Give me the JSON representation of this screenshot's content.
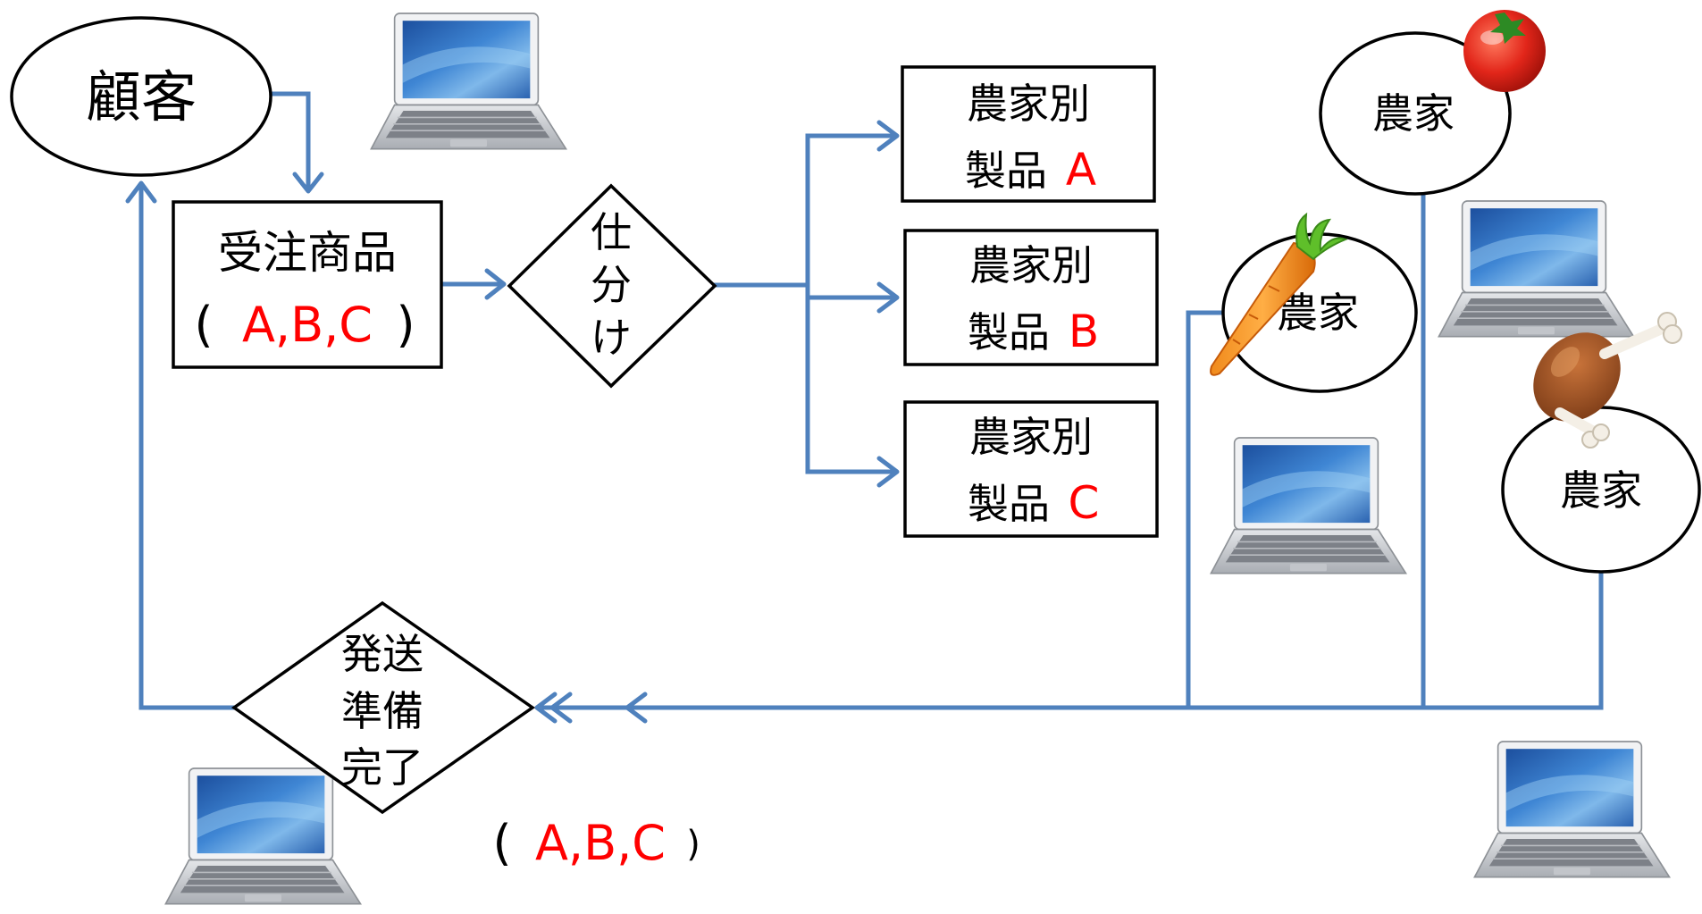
{
  "nodes": {
    "customer": "顧客",
    "order": {
      "line1": "受注商品",
      "open": "(",
      "items": "A,B,C",
      "close": ")"
    },
    "sort": [
      "仕",
      "分",
      "け"
    ],
    "product_a": {
      "line1": "農家別",
      "line2": "製品",
      "letter": "A"
    },
    "product_b": {
      "line1": "農家別",
      "line2": "製品",
      "letter": "B"
    },
    "product_c": {
      "line1": "農家別",
      "line2": "製品",
      "letter": "C"
    },
    "farmer_tomato": "農家",
    "farmer_carrot": "農家",
    "farmer_meat": "農家",
    "shipping": [
      "発送",
      "準備",
      "完了"
    ],
    "shipping_items": {
      "open": "(",
      "items": "A,B,C",
      "close": ")"
    }
  },
  "colors": {
    "connector": "#4f81bd",
    "highlight_text": "#ff0000",
    "shape_stroke": "#000000"
  },
  "icons": [
    "laptop-icon",
    "tomato-icon",
    "carrot-icon",
    "meat-icon"
  ]
}
